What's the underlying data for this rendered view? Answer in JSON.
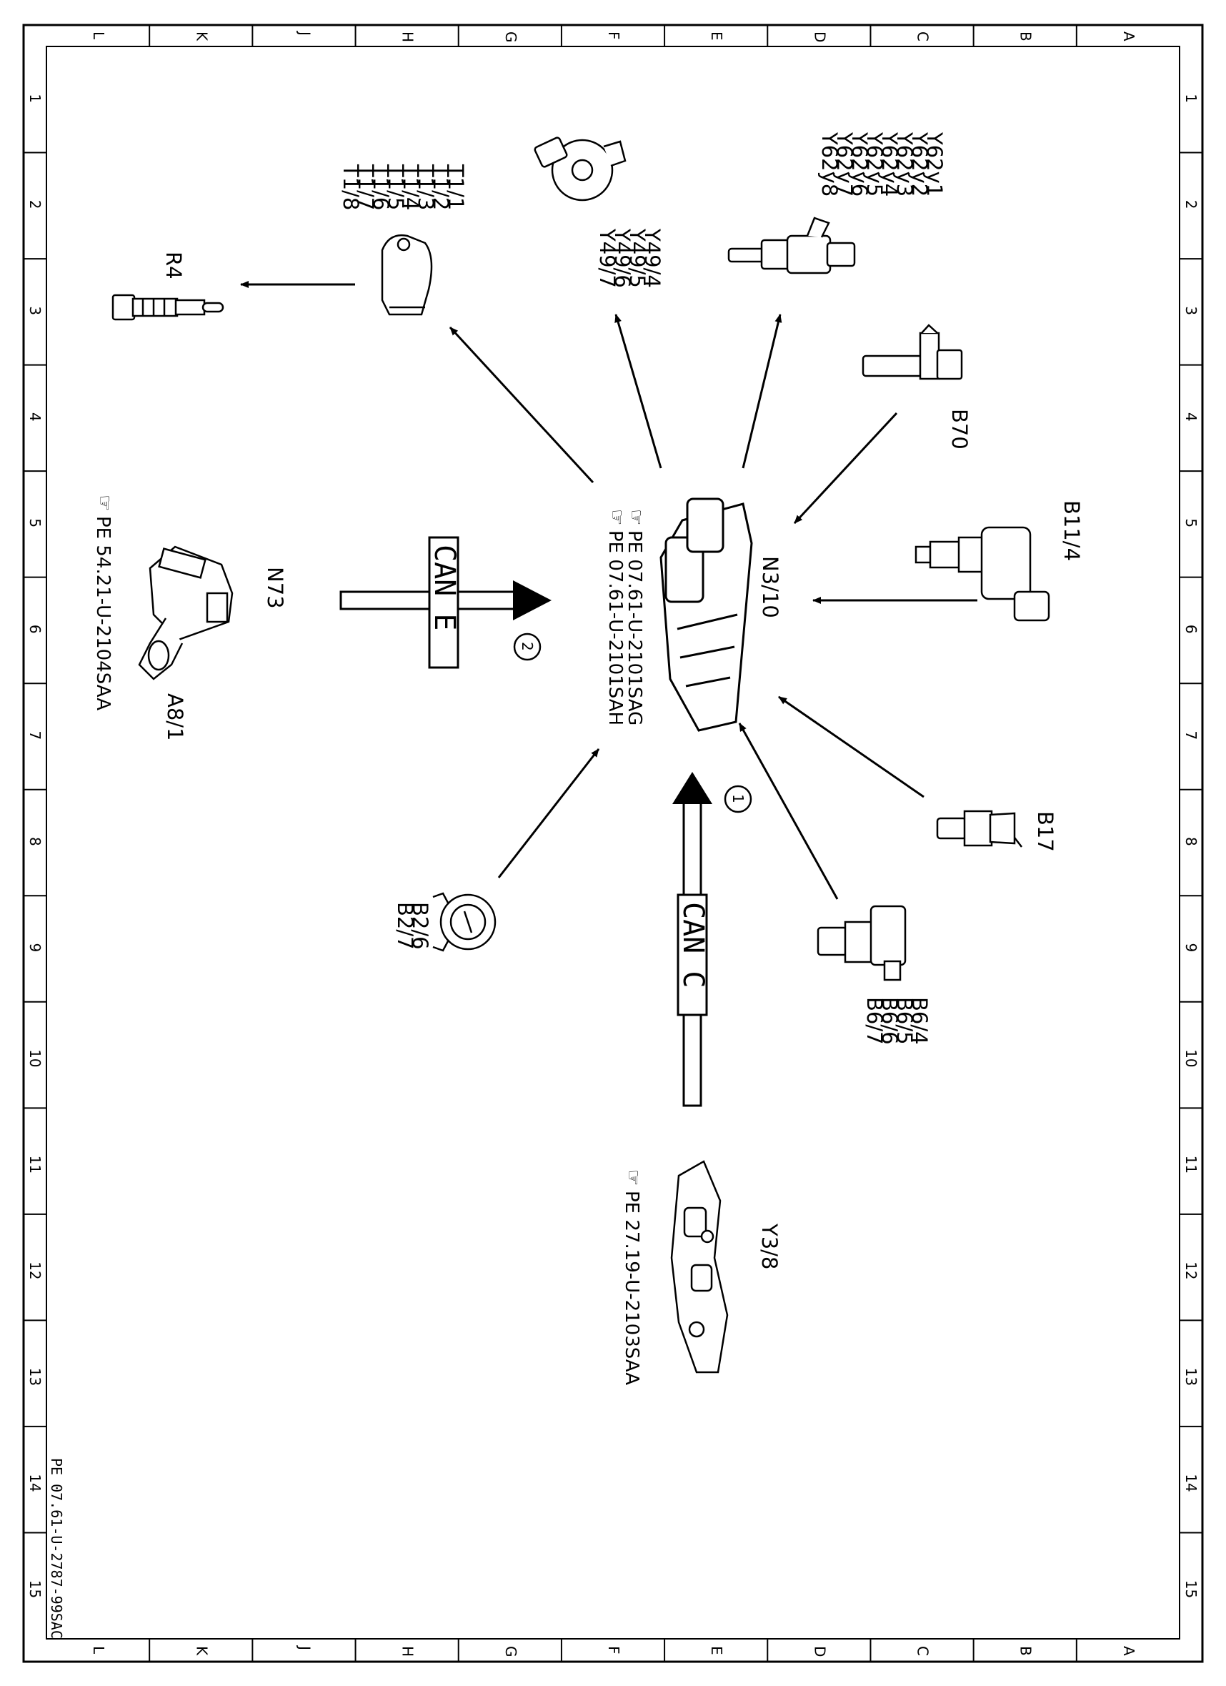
{
  "frame": {
    "col_letters": [
      "L",
      "K",
      "J",
      "H",
      "G",
      "F",
      "E",
      "D",
      "C",
      "B",
      "A"
    ],
    "row_numbers": [
      "1",
      "2",
      "3",
      "4",
      "5",
      "6",
      "7",
      "8",
      "9",
      "10",
      "11",
      "12",
      "13",
      "14",
      "15"
    ]
  },
  "drawing_number": "PE 07.61-U-2787-99SAC",
  "control_unit": {
    "label": "N3/10",
    "refs": [
      "PE 07.61-U-2101SAG",
      "PE 07.61-U-2101SAH"
    ]
  },
  "components": {
    "y62": [
      "Y62y1",
      "Y62y2",
      "Y62y3",
      "Y62y4",
      "Y62y5",
      "Y62y6",
      "Y62y7",
      "Y62y8"
    ],
    "y49": [
      "Y49/4",
      "Y49/5",
      "Y49/6",
      "Y49/7"
    ],
    "t1": [
      "T1/1",
      "T1/2",
      "T1/3",
      "T1/4",
      "T1/5",
      "T1/6",
      "T1/7",
      "T1/8"
    ],
    "r4": "R4",
    "b70": "B70",
    "b11": "B11/4",
    "b17": "B17",
    "b6": [
      "B6/4",
      "B6/5",
      "B6/6",
      "B6/7"
    ],
    "b2": [
      "B2/6",
      "B2/7"
    ],
    "n73": "N73",
    "a8": "A8/1",
    "n73_ref": "PE 54.21-U-2104SAA",
    "y3": "Y3/8",
    "y3_ref": "PE 27.19-U-2103SAA"
  },
  "buses": {
    "can_e": "CAN E",
    "can_c": "CAN C",
    "marker_1": "1",
    "marker_2": "2"
  }
}
